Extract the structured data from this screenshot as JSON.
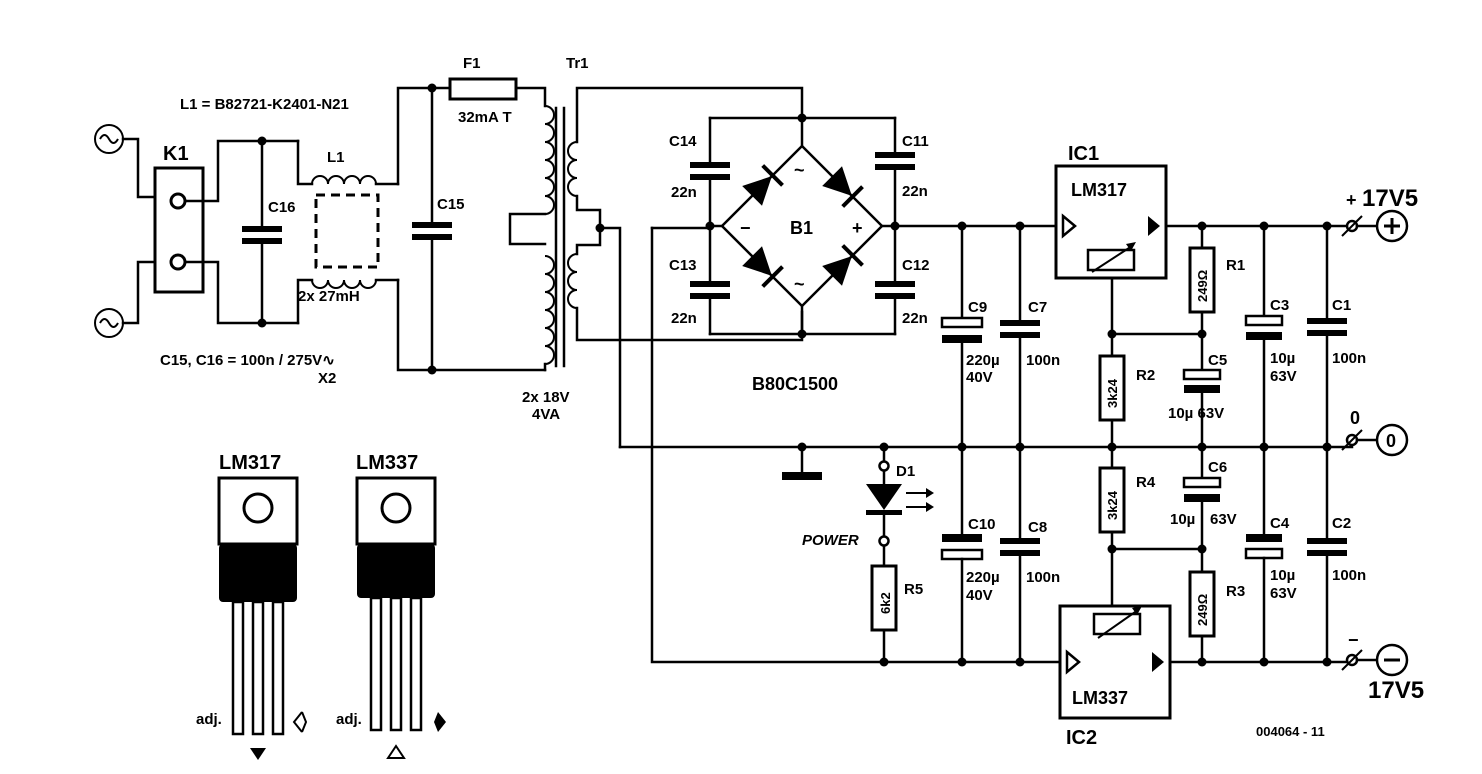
{
  "labels": {
    "K1": "K1",
    "L1": "L1",
    "L1_eq": "L1 = B82721-K2401-N21",
    "L1_val": "2x 27mH",
    "C16": "C16",
    "C15": "C15",
    "C15_C16_note": "C15, C16 = 100n / 275V∿",
    "C15_C16_x2": "X2",
    "F1": "F1",
    "F1_val": "32mA T",
    "Tr1": "Tr1",
    "Tr1_val1": "2x 18V",
    "Tr1_val2": "4VA",
    "C14": "C14",
    "C14_val": "22n",
    "C13": "C13",
    "C13_val": "22n",
    "C11": "C11",
    "C11_val": "22n",
    "C12": "C12",
    "C12_val": "22n",
    "B1": "B1",
    "B1_type": "B80C1500",
    "B1_minus": "−",
    "B1_plus": "+",
    "B1_ac": "~",
    "IC1": "IC1",
    "IC1_type": "LM317",
    "IC2": "IC2",
    "IC2_type": "LM337",
    "C9": "C9",
    "C9_v1": "220µ",
    "C9_v2": "40V",
    "C7": "C7",
    "C7_val": "100n",
    "C10": "C10",
    "C10_v1": "220µ",
    "C10_v2": "40V",
    "C8": "C8",
    "C8_val": "100n",
    "R1": "R1",
    "R1_val": "249Ω",
    "R2": "R2",
    "R2_val": "3k24",
    "R3": "R3",
    "R3_val": "249Ω",
    "R4": "R4",
    "R4_val": "3k24",
    "R5": "R5",
    "R5_val": "6k2",
    "C3": "C3",
    "C3_v1": "10µ",
    "C3_v2": "63V",
    "C1": "C1",
    "C1_val": "100n",
    "C5": "C5",
    "C5_val": "10µ 63V",
    "C6": "C6",
    "C6_v1": "10µ",
    "C6_v2": "63V",
    "C4": "C4",
    "C4_v1": "10µ",
    "C4_v2": "63V",
    "C2": "C2",
    "C2_val": "100n",
    "D1": "D1",
    "power": "POWER",
    "out_pos": "17V5",
    "out_pos_sign": "+",
    "out_zero": "0",
    "out_neg": "17V5",
    "out_neg_sign": "−",
    "pkg_lm317": "LM317",
    "pkg_lm337": "LM337",
    "adj1": "adj.",
    "adj2": "adj.",
    "figure_code": "004064 - 11"
  }
}
